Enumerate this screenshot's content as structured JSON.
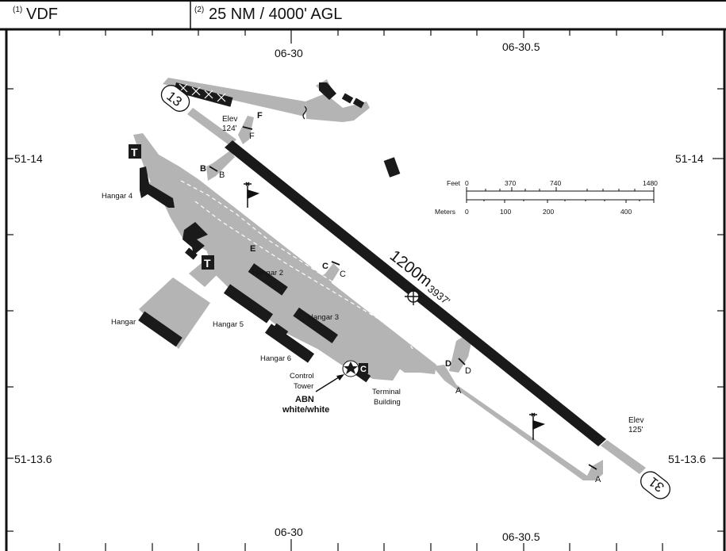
{
  "header": {
    "ref1": "(1)",
    "ident": "VDF",
    "ref2": "(2)",
    "airspace": "25 NM / 4000' AGL"
  },
  "grid": {
    "lon_top_left": "06-30",
    "lon_top_right": "06-30.5",
    "lon_bottom_left": "06-30",
    "lon_bottom_right": "06-30.5",
    "lat_upper_left": "51-14",
    "lat_upper_right": "51-14",
    "lat_lower_left": "51-13.6",
    "lat_lower_right": "51-13.6"
  },
  "runway": {
    "end_13": "13",
    "end_31": "31",
    "length_m": "1200m",
    "length_ft": "3937'",
    "elev_nw_label": "Elev",
    "elev_nw_value": "124'",
    "elev_se_label": "Elev",
    "elev_se_value": "125'"
  },
  "taxiways": {
    "f_bold": "F",
    "f": "F",
    "b_bold": "B",
    "b": "B",
    "c_bold": "C",
    "c": "C",
    "d_bold": "D",
    "d": "D",
    "a_upper": "A",
    "a_lower": "A",
    "e_bold": "E"
  },
  "buildings": {
    "hangar4": "Hangar 4",
    "hangar": "Hangar",
    "hangar2": "Hangar 2",
    "hangar3": "Hangar 3",
    "hangar5": "Hangar 5",
    "hangar6": "Hangar 6",
    "control_tower_1": "Control",
    "control_tower_2": "Tower",
    "terminal_1": "Terminal",
    "terminal_2": "Building",
    "abn_1": "ABN",
    "abn_2": "white/white",
    "t_symbol": "T",
    "c_symbol": "C"
  },
  "scale": {
    "feet_label": "Feet",
    "meters_label": "Meters",
    "feet_ticks": [
      "0",
      "370",
      "740",
      "1480"
    ],
    "meter_ticks": [
      "0",
      "100",
      "200",
      "400"
    ]
  },
  "colors": {
    "pavement": "#b4b4b4",
    "runway": "#1a1a1a",
    "building": "#1a1a1a",
    "frame": "#111111"
  }
}
